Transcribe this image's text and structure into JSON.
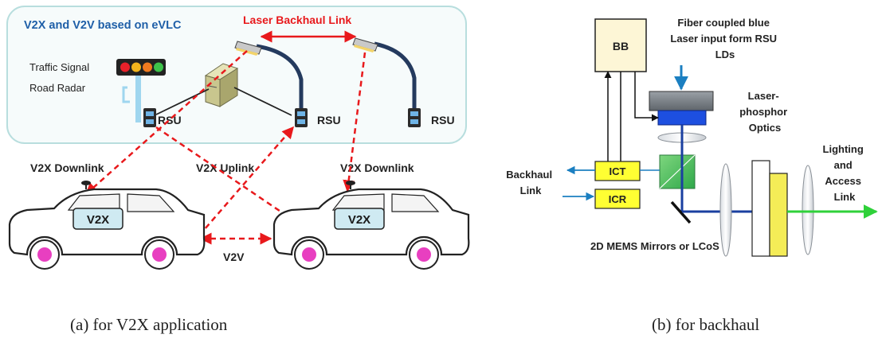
{
  "left_panel": {
    "box_title": "V2X and V2V based on eVLC",
    "laser_backhaul_label": "Laser Backhaul Link",
    "traffic_signal_label": "Traffic Signal",
    "road_radar_label": "Road Radar",
    "rsu_label": "RSU",
    "v2x_downlink_label": "V2X Downlink",
    "v2x_uplink_label": "V2X Uplink",
    "car_label": "V2X",
    "v2v_label": "V2V",
    "caption": "(a) for V2X application",
    "colors": {
      "box_border": "#b8dede",
      "box_fill": "#f6fbfb",
      "title": "#1f5fa8",
      "link_red": "#e8191c",
      "car_label_fill": "#cfeaf2"
    }
  },
  "right_panel": {
    "bb_label": "BB",
    "fiber_label_lines": [
      "Fiber coupled blue",
      "Laser input form RSU",
      "LDs"
    ],
    "laser_phosphor_lines": [
      "Laser-",
      "phosphor",
      "Optics"
    ],
    "lighting_lines": [
      "Lighting",
      "and",
      "Access",
      "Link"
    ],
    "backhaul_lines": [
      "Backhaul",
      "Link"
    ],
    "ict_label": "ICT",
    "icr_label": "ICR",
    "mems_label": "2D MEMS Mirrors or LCoS",
    "caption": "(b) for backhaul",
    "colors": {
      "bb_fill": "#fdf6d6",
      "ict_fill": "#ffff33",
      "beam_blue": "#1a3fa0",
      "fiber_blue": "#1b7fc1",
      "beam_green": "#2fd13a",
      "laser_blue": "#1d4fe0"
    }
  }
}
